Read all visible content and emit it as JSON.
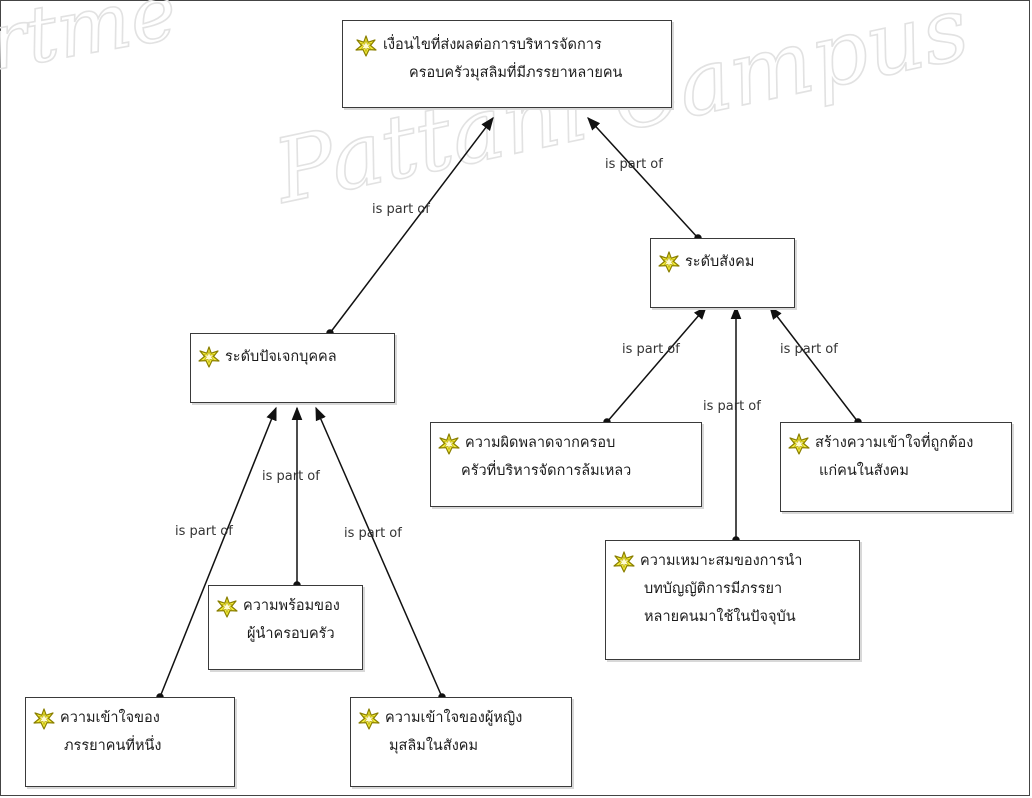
{
  "watermark": {
    "text": "Pattani Campus",
    "partial_text": "rtme"
  },
  "edge_label": "is part of",
  "nodes": {
    "root": {
      "lines": [
        "เงื่อนไขที่ส่งผลต่อการบริหารจัดการ",
        "ครอบครัวมุสลิมที่มีภรรยาหลายคน"
      ]
    },
    "individual": {
      "lines": [
        "ระดับปัจเจกบุคคล"
      ]
    },
    "social": {
      "lines": [
        "ระดับสังคม"
      ]
    },
    "first_wife": {
      "lines": [
        "ความเข้าใจของ",
        "ภรรยาคนที่หนึ่ง"
      ]
    },
    "leader": {
      "lines": [
        "ความพร้อมของ",
        "ผู้นำครอบครัว"
      ]
    },
    "women": {
      "lines": [
        "ความเข้าใจของผู้หญิง",
        "มุสลิมในสังคม"
      ]
    },
    "failure": {
      "lines": [
        "ความผิดพลาดจากครอบ",
        "ครัวที่บริหารจัดการล้มเหลว"
      ]
    },
    "suitability": {
      "lines": [
        "ความเหมาะสมของการนำ",
        "บทบัญญัติการมีภรรยา",
        "หลายคนมาใช้ในปัจจุบัน"
      ]
    },
    "awareness": {
      "lines": [
        "สร้างความเข้าใจที่ถูกต้อง",
        "แก่คนในสังคม"
      ]
    }
  },
  "icon": "sparkle-star-icon",
  "colors": {
    "icon_fill": "#f5ee3a",
    "icon_stroke": "#8a7f00",
    "border": "#3a3a3a"
  }
}
